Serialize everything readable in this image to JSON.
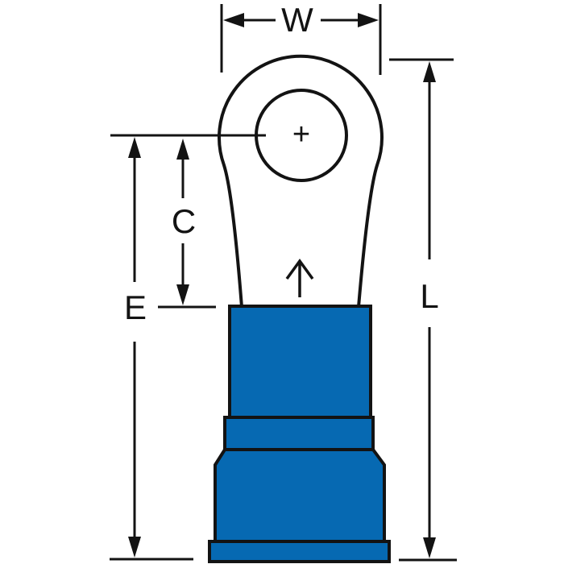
{
  "diagram": {
    "type": "technical-dimension-drawing",
    "subject": "insulated ring terminal, side profile with dimension callouts",
    "colors": {
      "background": "#ffffff",
      "line": "#131313",
      "insulation_blue": "#0669B2"
    },
    "labels": {
      "w": "W",
      "c": "C",
      "e": "E",
      "l": "L",
      "center_mark": "+"
    }
  }
}
